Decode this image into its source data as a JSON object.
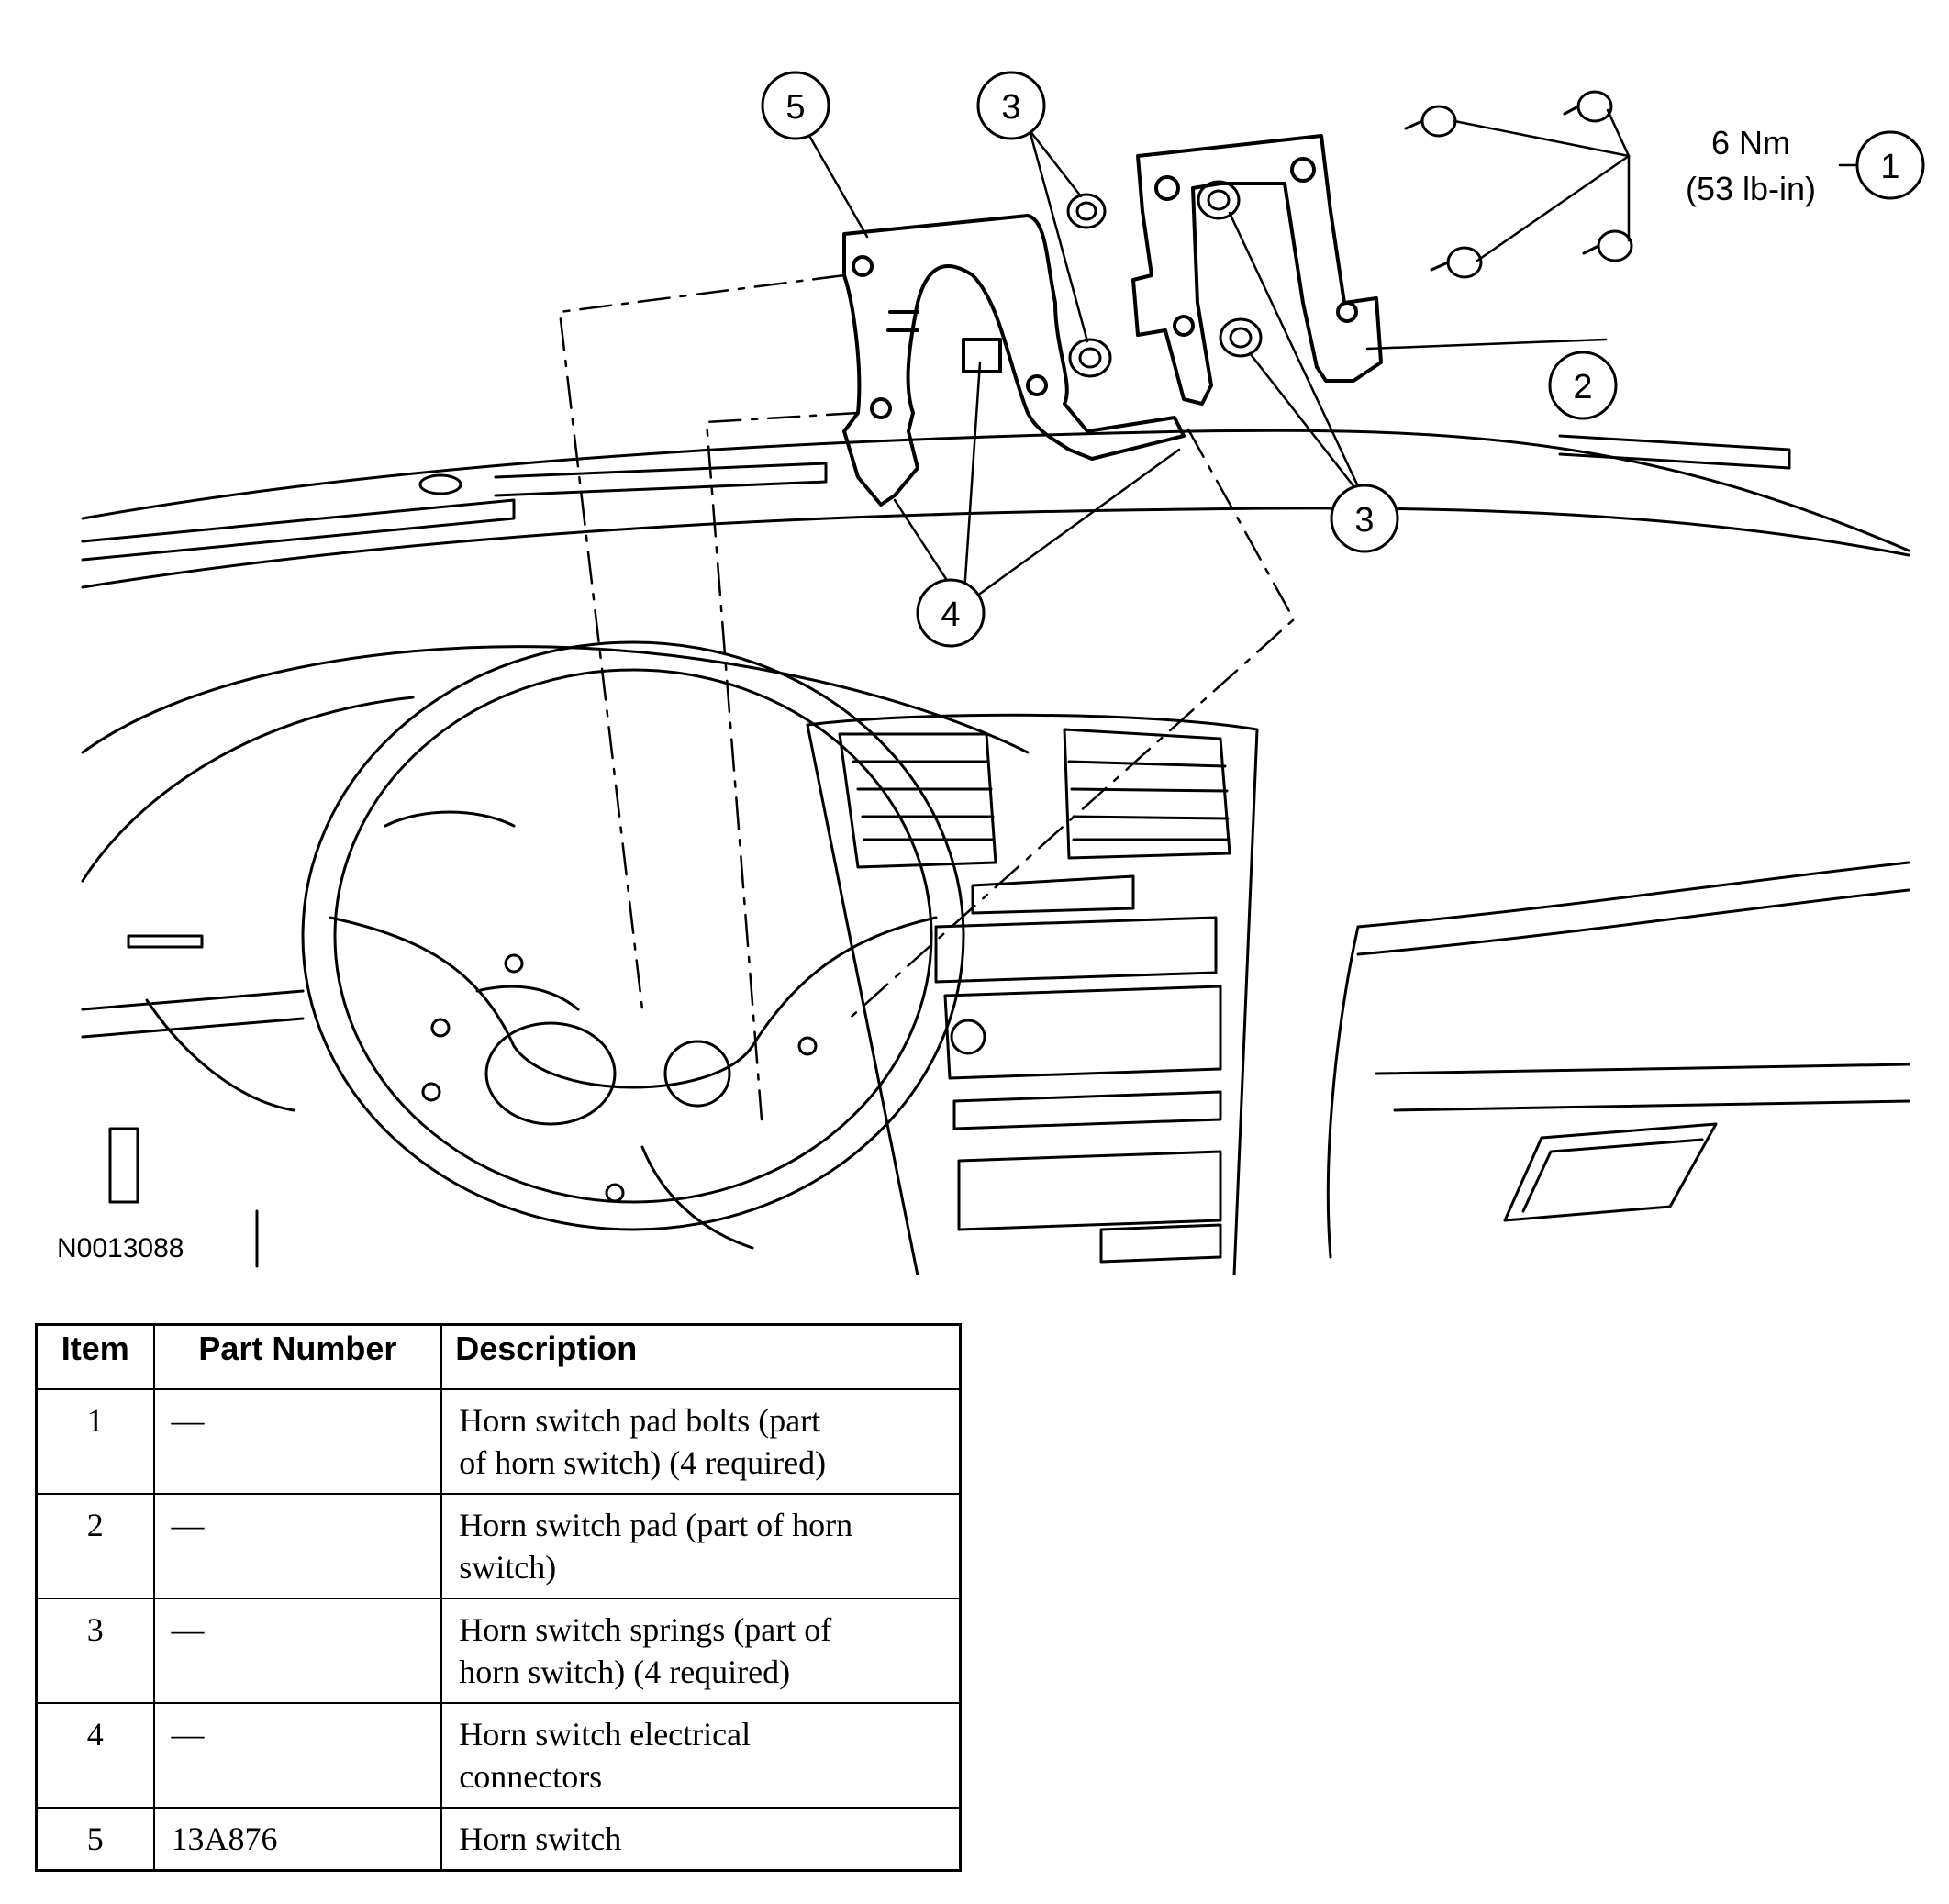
{
  "diagram": {
    "figure_id": "N0013088",
    "torque": {
      "line1": "6 Nm",
      "line2": "(53 lb-in)"
    },
    "callouts": [
      "1",
      "2",
      "3",
      "3",
      "4",
      "5"
    ]
  },
  "table": {
    "headers": {
      "item": "Item",
      "part_number": "Part Number",
      "description": "Description"
    },
    "rows": [
      {
        "item": "1",
        "part_number": "—",
        "desc_line1": "Horn switch pad bolts (part",
        "desc_line2": "of horn switch) (4 required)"
      },
      {
        "item": "2",
        "part_number": "—",
        "desc_line1": "Horn switch pad (part of horn",
        "desc_line2": "switch)"
      },
      {
        "item": "3",
        "part_number": "—",
        "desc_line1": "Horn switch springs (part of",
        "desc_line2": "horn switch) (4 required)"
      },
      {
        "item": "4",
        "part_number": "—",
        "desc_line1": "Horn switch electrical",
        "desc_line2": "connectors"
      },
      {
        "item": "5",
        "part_number": "13A876",
        "desc_line1": "Horn switch",
        "desc_line2": ""
      }
    ]
  }
}
